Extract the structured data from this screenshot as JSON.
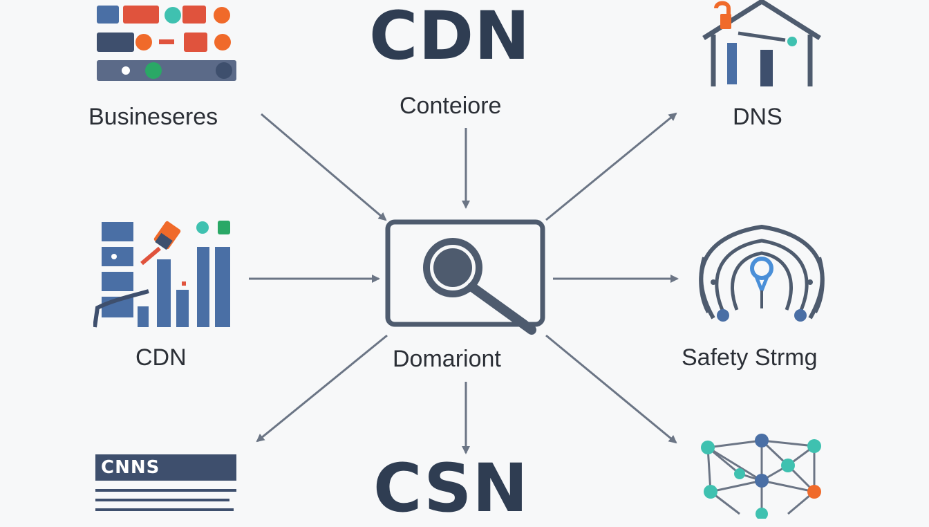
{
  "titles": {
    "top": "CDN",
    "bottom": "CSN"
  },
  "center": {
    "label": "Domariont",
    "icon": "magnifier-icon"
  },
  "nodes": {
    "top_center": {
      "label": "Conteiore"
    },
    "top_left": {
      "label": "Busineseres",
      "icon": "blocks-icon"
    },
    "top_right": {
      "label": "DNS",
      "icon": "house-icon"
    },
    "mid_left": {
      "label": "CDN",
      "icon": "server-chart-icon"
    },
    "mid_right": {
      "label": "Safety Strmg",
      "icon": "shield-lock-icon"
    },
    "bottom_left": {
      "badge": "CNNS",
      "icon": "document-icon"
    },
    "bottom_right": {
      "icon": "network-mesh-icon"
    }
  },
  "colors": {
    "ink": "#2f3d52",
    "arrow": "#6b7585",
    "blue": "#4a6fa5",
    "red": "#e0533d",
    "orange": "#f06a2a",
    "teal": "#3fc1b0",
    "green": "#2aa866"
  }
}
